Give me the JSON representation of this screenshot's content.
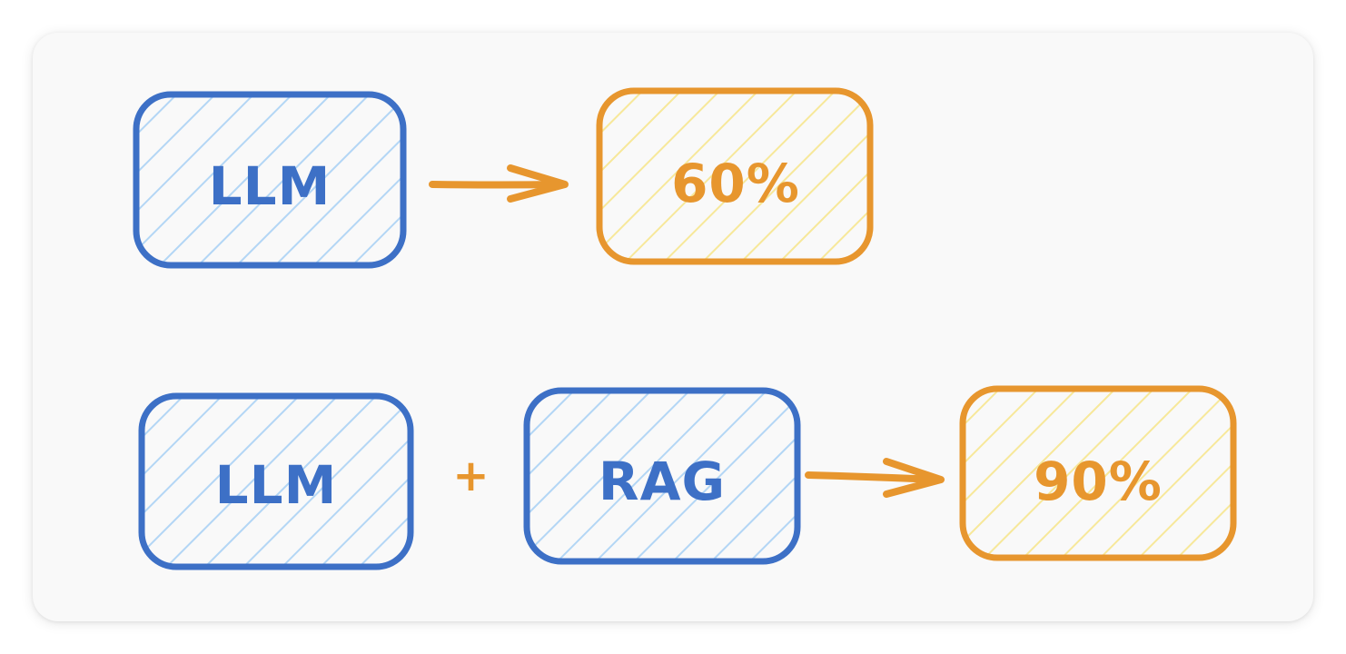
{
  "colors": {
    "blue_stroke": "#3d70c6",
    "blue_hatch": "#b3d6f5",
    "orange_stroke": "#e7962e",
    "yellow_hatch": "#f7e89a",
    "card_bg": "#f9f9f9"
  },
  "row1": {
    "model_label": "LLM",
    "result_label": "60%"
  },
  "row2": {
    "model_label": "LLM",
    "plus_label": "+",
    "addon_label": "RAG",
    "result_label": "90%"
  }
}
